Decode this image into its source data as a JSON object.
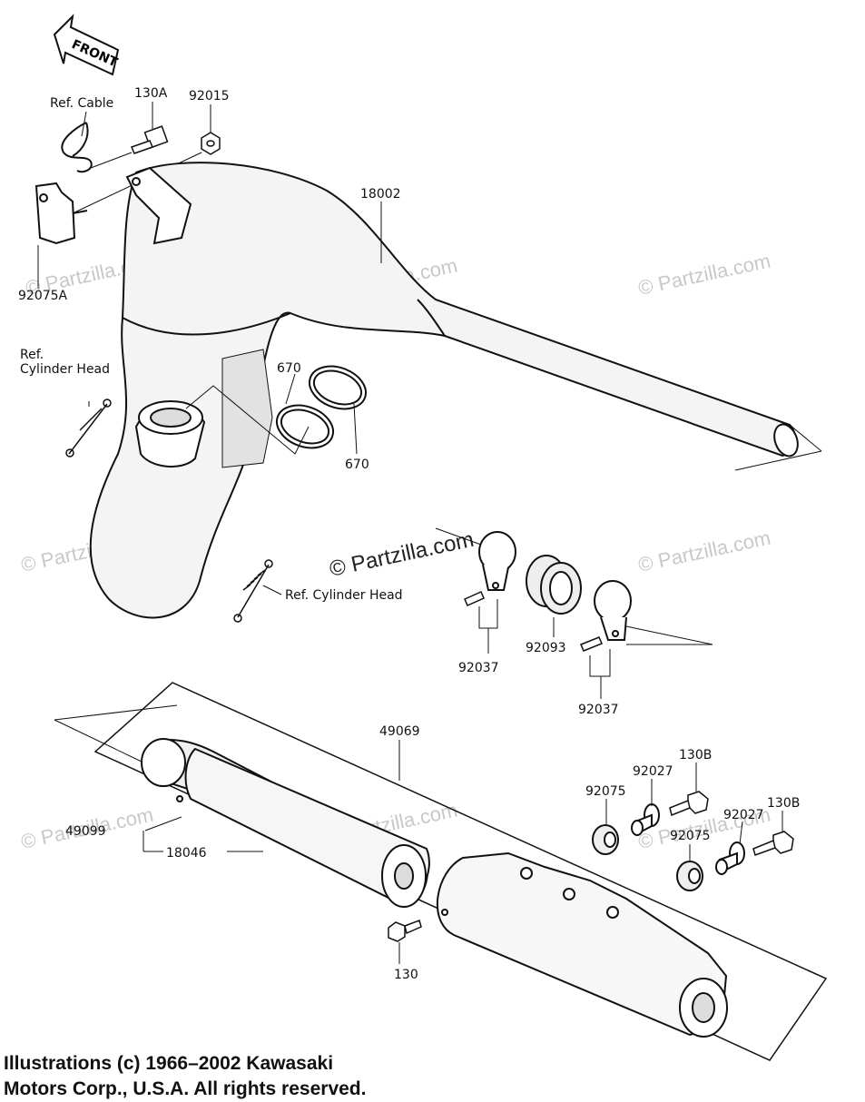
{
  "diagram": {
    "front_label": "FRONT",
    "watermark": "© Partzilla.com",
    "labels": {
      "ref_cable": "Ref. Cable",
      "p130A": "130A",
      "p92015": "92015",
      "p18002": "18002",
      "p92075A": "92075A",
      "ref_cyl_head_1a": "Ref.",
      "ref_cyl_head_1b": "Cylinder Head",
      "p670a": "670",
      "p670b": "670",
      "ref_cyl_head_2": "Ref. Cylinder Head",
      "p92037a": "92037",
      "p92093": "92093",
      "p92037b": "92037",
      "p49069": "49069",
      "p92027a": "92027",
      "p130Ba": "130B",
      "p92075a": "92075",
      "p92027b": "92027",
      "p130Bb": "130B",
      "p92075b": "92075",
      "p49099": "49099",
      "p18046": "18046",
      "p130": "130"
    },
    "copyright_line1": "Illustrations (c) 1966–2002 Kawasaki",
    "copyright_line2": "Motors Corp., U.S.A.  All rights reserved."
  }
}
